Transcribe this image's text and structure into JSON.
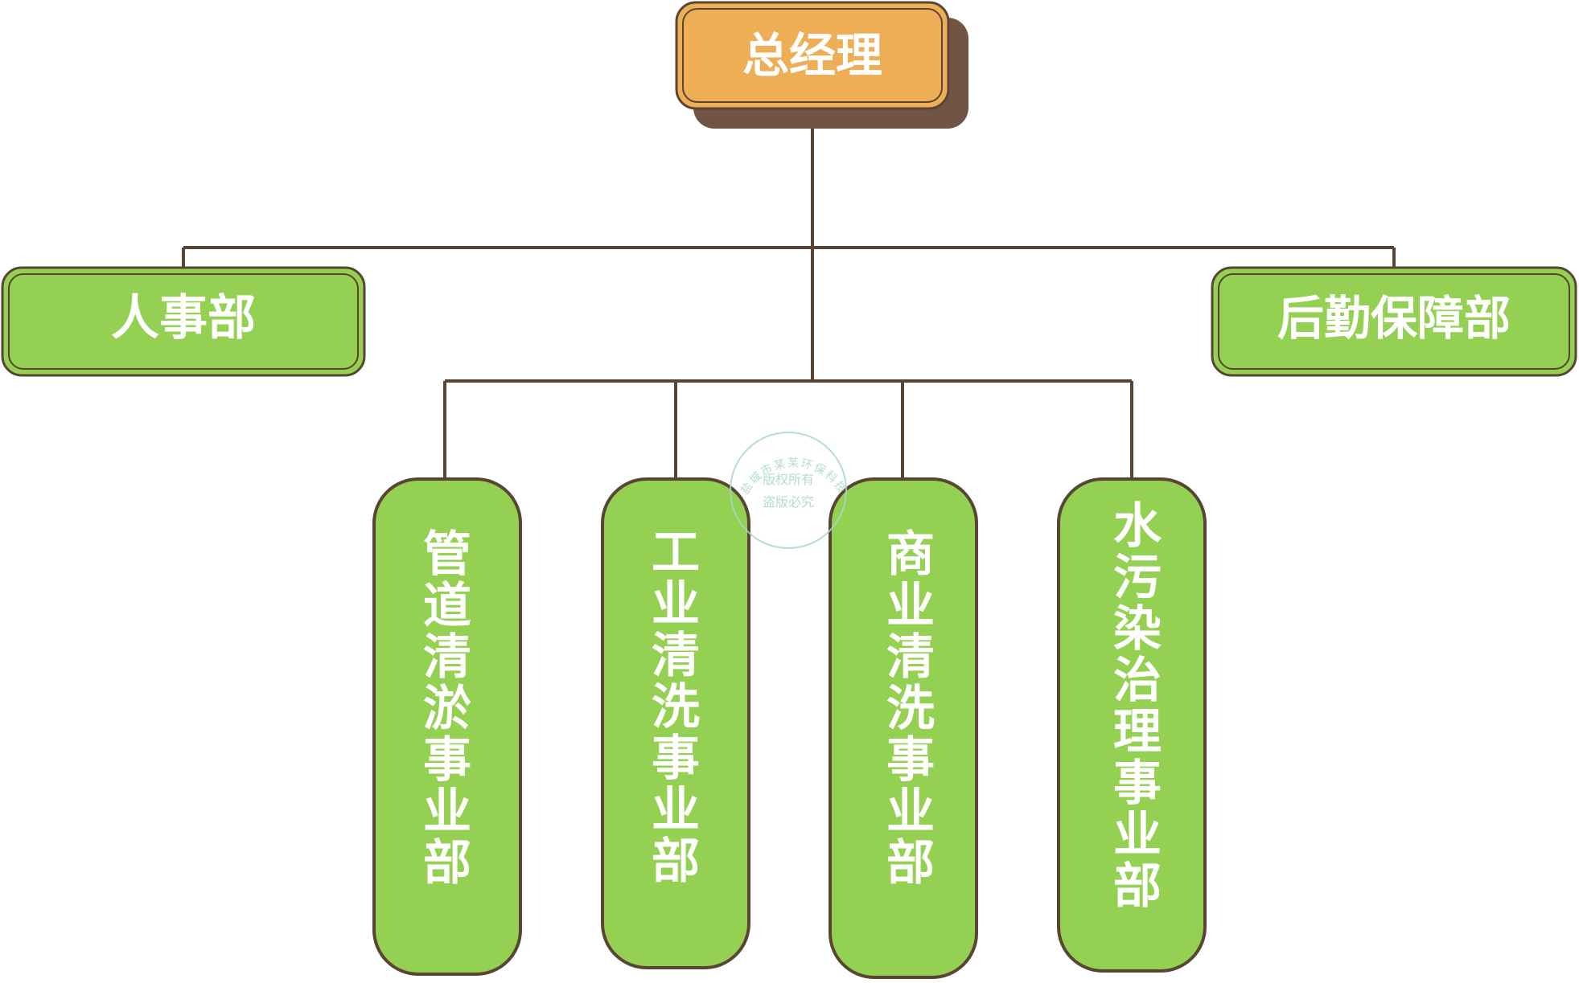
{
  "colors": {
    "line": "#5a4535",
    "manager_fill": "#eeae55",
    "manager_shadow": "#715544",
    "dept_fill": "#94d051",
    "border": "#5a4535",
    "stamp": "#a9d6cc"
  },
  "manager": {
    "label": "总经理"
  },
  "staff_departments": [
    {
      "label": "人事部"
    },
    {
      "label": "后勤保障部"
    }
  ],
  "business_units": [
    {
      "label": "管道清淤事业部"
    },
    {
      "label": "工业清洗事业部"
    },
    {
      "label": "商业清洗事业部"
    },
    {
      "label": "水污染治理事业部"
    }
  ],
  "stamp": {
    "arc_text": "盐城市某某环保科技",
    "line1": "版权所有",
    "line2": "盗版必究"
  }
}
